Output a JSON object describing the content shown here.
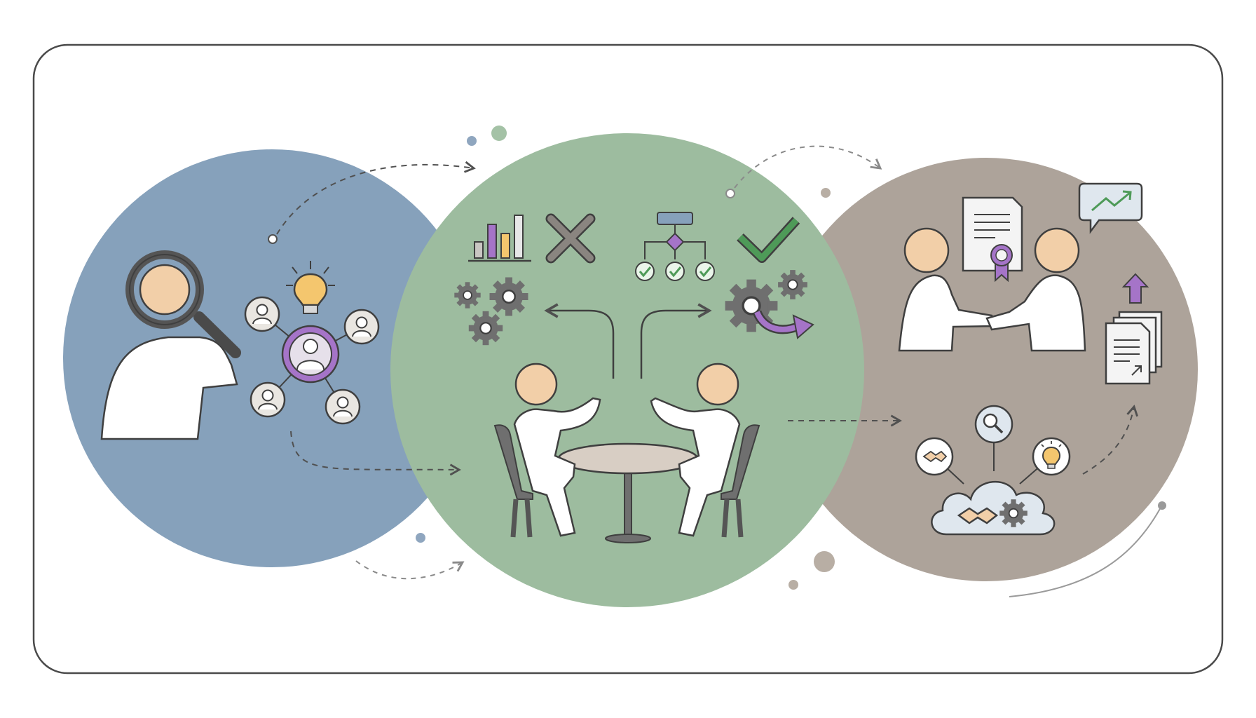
{
  "diagram": {
    "colors": {
      "frame": "#4a4a4a",
      "stage1": "#86a1bb",
      "stage2": "#9dbc9f",
      "stage3": "#ada39a",
      "skin": "#f2cfa8",
      "figure": "#ffffff",
      "outline": "#3f3f3f",
      "accent": "#a574c8",
      "check": "#4e9a58",
      "cross": "#8a8580",
      "gear": "#6f6f6f",
      "cloud": "#dfe7ee",
      "paper": "#f4f4f4",
      "bulb": "#f4c66e",
      "connector": "#505050",
      "dot_blue": "#8fa6bf",
      "dot_green": "#a4c2a6",
      "dot_taupe": "#b8aea4"
    },
    "stages": [
      {
        "id": "discovery",
        "icons": [
          "person-icon",
          "magnifier-icon",
          "lightbulb-icon",
          "user-avatar-icon",
          "network-icon"
        ]
      },
      {
        "id": "collaboration",
        "icons": [
          "bar-chart-icon",
          "cross-icon",
          "flowchart-icon",
          "checkmark-icon",
          "gears-icon",
          "meeting-table-icon"
        ]
      },
      {
        "id": "partnership",
        "icons": [
          "handshake-icon",
          "certificate-icon",
          "trend-chat-icon",
          "documents-icon",
          "cloud-icon",
          "search-icon"
        ]
      }
    ]
  }
}
